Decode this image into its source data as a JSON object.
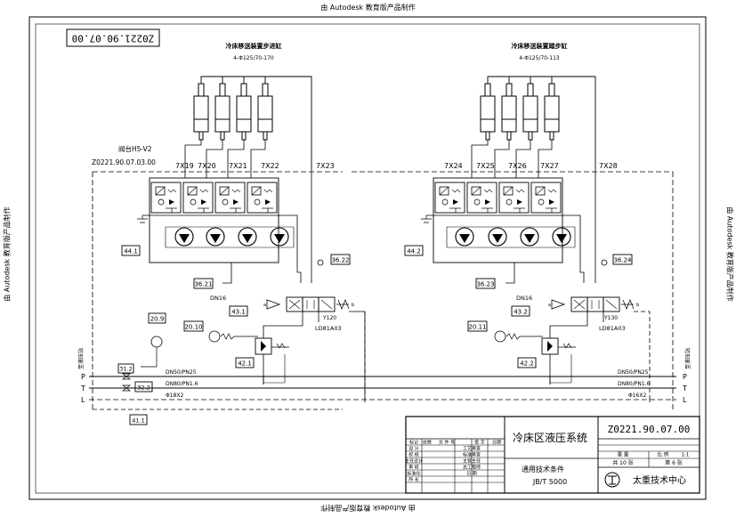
{
  "watermark": "由 Autodesk 教育版产品制作",
  "drawing_code_rotated": "Z0221.90.07.00",
  "left_group": {
    "cylinder_title": "冷床移送装置步进缸",
    "cylinder_spec": "4-Φ125/70-170",
    "valve_label": "阀台H5-V2",
    "valve_code": "Z0221.90.07.03.00",
    "ports": [
      "7X19",
      "7X20",
      "7X21",
      "7X22",
      "7X23"
    ],
    "box_main": "44.1",
    "box_gauge": "36.22",
    "box_pilot": "36.21",
    "valve_dn": "DN16",
    "box_valve": "43.1",
    "valve_id": "Y120",
    "valve_model": "LD81A03",
    "box_20_9": "20.9",
    "box_20_10": "20.10",
    "box_reducer": "42.1"
  },
  "right_group": {
    "cylinder_title": "冷床移送装置踏步缸",
    "cylinder_spec": "4-Φ125/70-113",
    "ports": [
      "7X24",
      "7X25",
      "7X26",
      "7X27",
      "7X28"
    ],
    "box_main": "44.2",
    "box_gauge": "36.24",
    "box_pilot": "36.23",
    "valve_dn": "DN16",
    "box_valve": "43.2",
    "valve_id": "Y130",
    "valve_model": "LD81A03",
    "box_20_11": "20.11",
    "box_reducer": "42.2"
  },
  "supply": {
    "left_side_label": "至液压站",
    "right_side_label": "至液压站",
    "lines": [
      "P",
      "T",
      "L"
    ],
    "p_spec": "DN50/PN25",
    "t_spec": "DN80/PN1.6",
    "l_spec_left": "Φ18X2",
    "l_spec_right": "Φ16X2",
    "box_31_2": "31.2",
    "box_32_2": "32.2",
    "box_41_1": "41.1"
  },
  "title_block": {
    "drawing_number": "Z0221.90.07.00",
    "title": "冷床区液压系统",
    "standard_line1": "通用技术条件",
    "standard_line2": "JB/T 5000",
    "company": "太重技术中心",
    "weight_label": "重 量",
    "scale_label": "比 例",
    "scale_value": "1:1",
    "sheet_total": "共 10 张",
    "sheet_no": "第 6 张",
    "rev_headers": [
      "标记",
      "处数",
      "文 件 号",
      "签 字",
      "日期"
    ],
    "roles_left": [
      "设 计",
      "校 核",
      "主任设计",
      "审 核",
      "标准化",
      "所 长"
    ],
    "roles_right": [
      "工艺审查",
      "标准审查",
      "主管主任",
      "总工程师",
      "日 期"
    ]
  }
}
